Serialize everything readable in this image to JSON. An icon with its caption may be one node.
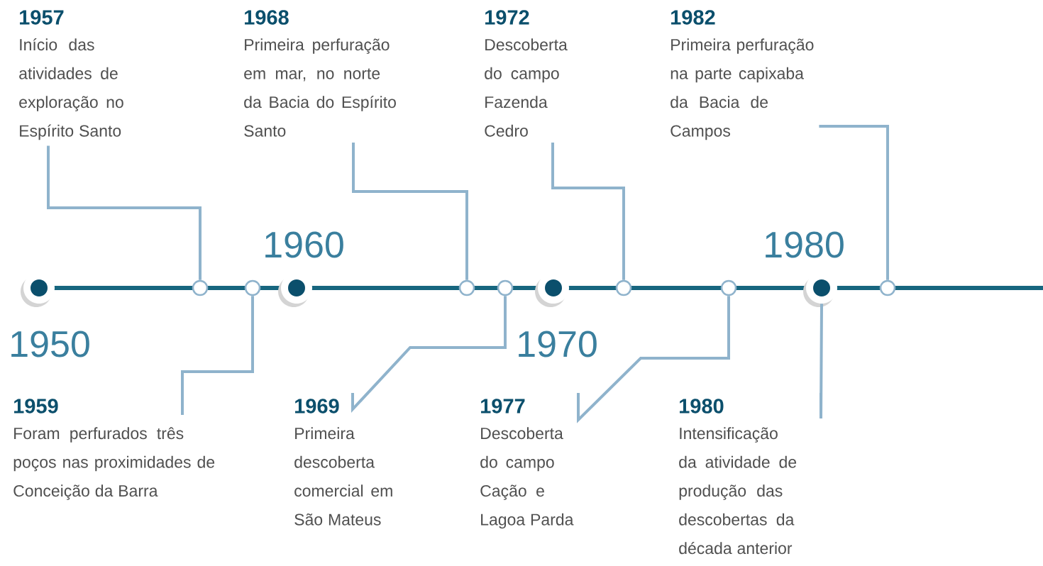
{
  "diagram": {
    "nodes": [
      {
        "text": [
          "1957",
          "Início das atividades de exploração no Espírito Santo"
        ]
      },
      {
        "text": [
          "1968",
          "Primeira perfuração em mar, no norte da Bacia do Espírito Santo"
        ]
      },
      {
        "text": [
          "1972",
          "Descoberta do campo Fazenda Cedro"
        ]
      },
      {
        "text": [
          "1982",
          "Primeira perfuração na parte capixaba da Bacia de Campos"
        ]
      },
      {
        "text": [
          "1959",
          "Foram perfurados três poços nas proximidades de Conceição da Barra"
        ]
      },
      {
        "text": [
          "1969",
          "Primeira descoberta comercial em São Mateus"
        ]
      },
      {
        "text": [
          "1977",
          "Descoberta do campo Cação e Lagoa Parda"
        ]
      },
      {
        "text": [
          "1980",
          "Intensificação da atividade de produção das descobertas da década anterior"
        ]
      },
      {
        "text": [],
        "shape": "dot"
      },
      {
        "text": [],
        "shape": "circle"
      },
      {
        "text": [],
        "shape": "circle"
      },
      {
        "text": [],
        "shape": "dot"
      },
      {
        "text": [],
        "shape": "circle"
      },
      {
        "text": [],
        "shape": "circle"
      },
      {
        "text": [],
        "shape": "dot"
      },
      {
        "text": [],
        "shape": "circle"
      },
      {
        "text": [],
        "shape": "circle"
      },
      {
        "text": [],
        "shape": "dot"
      },
      {
        "text": [],
        "shape": "circle"
      }
    ],
    "edges": [
      {
        "from": 0,
        "to": 9,
        "arrow": "none"
      },
      {
        "from": 1,
        "to": 12,
        "arrow": "none"
      },
      {
        "from": 2,
        "to": 15,
        "arrow": "none"
      },
      {
        "from": 3,
        "to": 18,
        "arrow": "none"
      },
      {
        "from": 4,
        "to": 10,
        "arrow": "none"
      },
      {
        "from": 5,
        "to": 13,
        "arrow": "none"
      },
      {
        "from": 6,
        "to": 16,
        "arrow": "none"
      },
      {
        "from": 7,
        "to": 17,
        "arrow": "none"
      }
    ],
    "labels": [
      "1950",
      "1960",
      "1970",
      "1980"
    ]
  }
}
